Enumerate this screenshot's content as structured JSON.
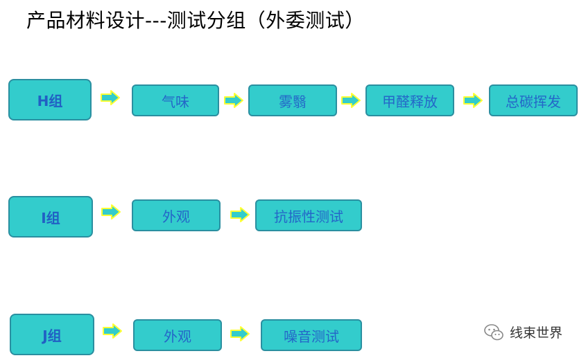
{
  "title": "产品材料设计---测试分组（外委测试）",
  "colors": {
    "box_fill": "#33cccc",
    "box_border": "#2a8fa0",
    "box_text": "#2466c8",
    "arrow_fill": "#33cccc",
    "arrow_outline": "#ffff33"
  },
  "rows": [
    {
      "group": "H组",
      "steps": [
        "气味",
        "雾翳",
        "甲醛释放",
        "总碳挥发"
      ]
    },
    {
      "group": "I组",
      "steps": [
        "外观",
        "抗振性测试"
      ]
    },
    {
      "group": "J组",
      "steps": [
        "外观",
        "噪音测试"
      ]
    }
  ],
  "watermark": {
    "icon": "wechat-icon",
    "text": "线束世界"
  }
}
